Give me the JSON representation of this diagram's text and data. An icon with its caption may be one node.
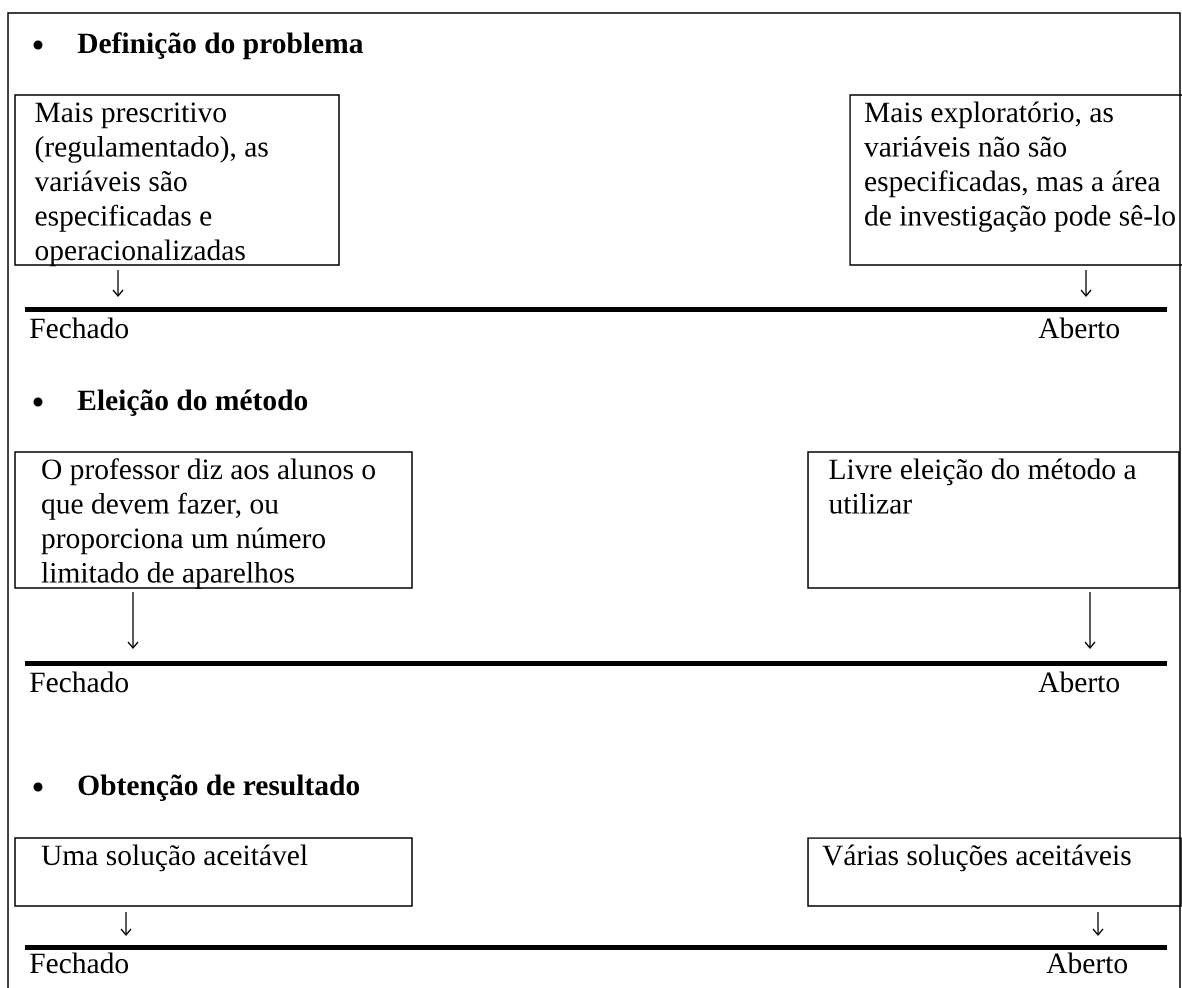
{
  "diagram": {
    "nodes": [
      {
        "text": [
          "Mais prescritivo (regulamentado), as variáveis são especificadas e operacionalizadas"
        ]
      },
      {
        "text": [
          "Mais exploratório, as variáveis não são especificadas, mas a área de investigação pode sê-lo"
        ]
      },
      {
        "text": [],
        "shape": "bar",
        "beside": [
          "Fechado",
          "Aberto"
        ]
      },
      {
        "text": [
          "O professor diz aos alunos o que devem fazer, ou proporciona um número limitado de aparelhos"
        ]
      },
      {
        "text": [
          "Livre eleição do método a utilizar"
        ]
      },
      {
        "text": [],
        "shape": "bar",
        "beside": [
          "Fechado",
          "Aberto"
        ]
      },
      {
        "text": [
          "Uma solução aceitável"
        ]
      },
      {
        "text": [
          "Várias soluções aceitáveis"
        ]
      },
      {
        "text": [],
        "shape": "bar",
        "beside": [
          "Fechado",
          "Aberto"
        ]
      }
    ],
    "edges": [
      {
        "from": 0,
        "to": 2,
        "arrow": "to"
      },
      {
        "from": 1,
        "to": 2,
        "arrow": "to"
      },
      {
        "from": 3,
        "to": 5,
        "arrow": "to"
      },
      {
        "from": 4,
        "to": 5,
        "arrow": "to"
      },
      {
        "from": 6,
        "to": 8,
        "arrow": "to"
      },
      {
        "from": 7,
        "to": 8,
        "arrow": "to"
      }
    ],
    "labels": [
      "Definição do problema",
      "Eleição do método",
      "Obtenção de resultado"
    ]
  }
}
